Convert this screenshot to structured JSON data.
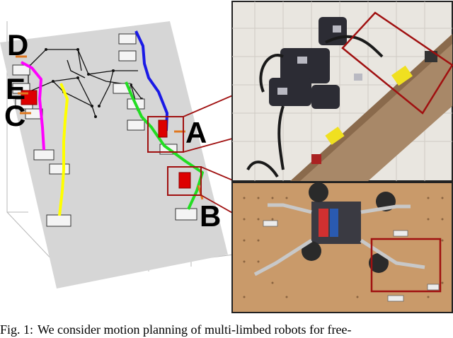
{
  "figure": {
    "plot_labels": {
      "d": "D",
      "e": "E",
      "c": "C",
      "a": "A",
      "b": "B"
    },
    "photos": {
      "top": "photo: robot climbing inclined wall with holds",
      "bottom": "photo: robot on pegboard, top view"
    }
  },
  "caption": {
    "label": "Fig. 1:",
    "text": "We consider motion planning of multi-limbed robots for free-"
  },
  "colors": {
    "limb_magenta": "#ff00ff",
    "limb_yellow": "#ffff00",
    "limb_blue": "#1a1ae6",
    "limb_green": "#22dd22",
    "highlight_red": "#cc0000",
    "leader_orange": "#e07820",
    "plane_gray": "#d6d6d6"
  }
}
